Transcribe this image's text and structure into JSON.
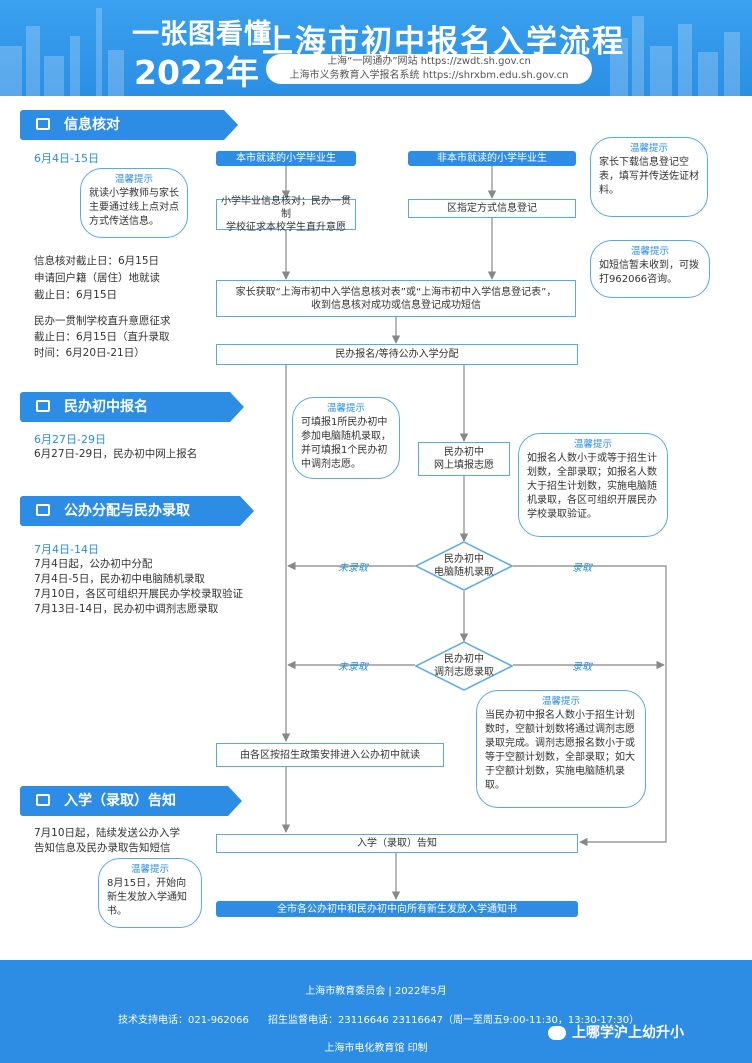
{
  "header": {
    "title_small": "一张图看懂",
    "title_year": "2022年",
    "title_main": "上海市初中报名入学流程",
    "site_line1": "上海“一网通办”网站 https://zwdt.sh.gov.cn",
    "site_line2": "上海市义务教育入学报名系统 https://shrxbm.edu.sh.gov.cn"
  },
  "sections": {
    "s1": {
      "label": "信息核对",
      "date": "6月4日-15日"
    },
    "s2": {
      "label": "民办初中报名",
      "date": "6月27日-29日",
      "text": "6月27日-29日，民办初中网上报名"
    },
    "s3": {
      "label": "公办分配与民办录取",
      "date": "7月4日-14日",
      "lines": [
        "7月4日起，公办初中分配",
        "7月4日-5日，民办初中电脑随机录取",
        "7月10日，各区可组织开展民办学校录取验证",
        "7月13日-14日，民办初中调剂志愿录取"
      ]
    },
    "s4": {
      "label": "入学（录取）告知",
      "text1": "7月10日起，陆续发送公办入学",
      "text2": "告知信息及民办录取告知短信"
    }
  },
  "left_info": {
    "l1": "信息核对截止日：6月15日",
    "l2": "申请回户籍（居住）地就读",
    "l3": "截止日：6月15日",
    "l4": "民办一贯制学校直升意愿征求",
    "l5": "截止日：6月15日（直升录取",
    "l6": "时间：6月20日-21日）"
  },
  "tips": {
    "header": "温馨提示",
    "t1": "就读小学教师与家长主要通过线上点对点方式传送信息。",
    "t2": "家长下载信息登记空表，填写并传送佐证材料。",
    "t3": "如短信暂未收到，可拨打962066咨询。",
    "t4": "可填报1所民办初中参加电脑随机录取，并可填报1个民办初中调剂志愿。",
    "t5": "如报名人数小于或等于招生计划数，全部录取；如报名人数大于招生计划数，实施电脑随机录取，各区可组织开展民办学校录取验证。",
    "t6": "当民办初中报名人数小于招生计划数时，空额计划数将通过调剂志愿录取完成。调剂志愿报名数小于或等于空额计划数，全部录取；如大于空额计划数，实施电脑随机录取。",
    "t7": "8月15日，开始向新生发放入学通知书。"
  },
  "flow": {
    "local": "本市就读的小学毕业生",
    "nonlocal": "非本市就读的小学毕业生",
    "verify_1": "小学毕业信息核对；民办一贯制",
    "verify_2": "学校征求本校学生直升意愿",
    "register": "区指定方式信息登记",
    "get_form_1": "家长获取“上海市初中入学信息核对表”或“上海市初中入学信息登记表”，",
    "get_form_2": "收到信息核对成功或信息登记成功短信",
    "wait": "民办报名/等待公办入学分配",
    "apply_1": "民办初中",
    "apply_2": "网上填报志愿",
    "random_1": "民办初中",
    "random_2": "电脑随机录取",
    "adjust_1": "民办初中",
    "adjust_2": "调剂志愿录取",
    "not_admitted": "未录取",
    "admitted": "录取",
    "district": "由各区按招生政策安排进入公办初中就读",
    "notify": "入学（录取）告知",
    "final": "全市各公办初中和民办初中向所有新生发放入学通知书"
  },
  "footer": {
    "org": "上海市教育委员会  |  2022年5月",
    "tech": "技术支持电话：021-962066",
    "supervise": "招生监督电话：23116646  23116647（周一至周五9:00-11:30，13:30-17:30）",
    "print": "上海市电化教育馆  印制",
    "watermark": "上哪学沪上幼升小"
  }
}
